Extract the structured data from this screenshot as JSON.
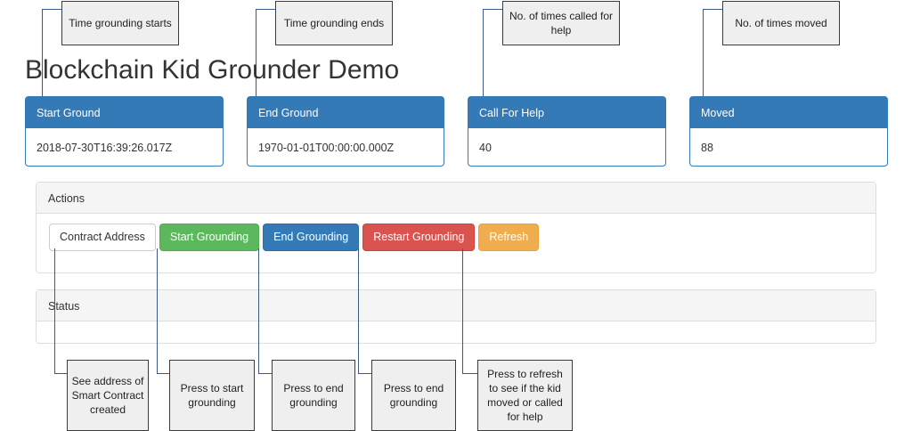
{
  "page": {
    "title": "Blockchain Kid Grounder Demo"
  },
  "info_panels": [
    {
      "heading": "Start Ground",
      "value": "2018-07-30T16:39:26.017Z"
    },
    {
      "heading": "End Ground",
      "value": "1970-01-01T00:00:00.000Z"
    },
    {
      "heading": "Call For Help",
      "value": "40"
    },
    {
      "heading": "Moved",
      "value": "88"
    }
  ],
  "actions": {
    "heading": "Actions",
    "buttons": [
      {
        "label": "Contract Address"
      },
      {
        "label": "Start Grounding"
      },
      {
        "label": "End Grounding"
      },
      {
        "label": "Restart Grounding"
      },
      {
        "label": "Refresh"
      }
    ]
  },
  "status": {
    "heading": "Status",
    "text": ""
  },
  "annotations": {
    "top": [
      "Time grounding starts",
      "Time grounding ends",
      "No. of times called for help",
      "No. of times moved"
    ],
    "bottom": [
      "See address of Smart Contract created",
      "Press to start grounding",
      "Press to end grounding",
      "Press to end grounding",
      "Press to refresh to see if the kid moved or called for help"
    ]
  },
  "colors": {
    "primary": "#337ab7",
    "success": "#5cb85c",
    "danger": "#d9534f",
    "warning": "#f0ad4e",
    "callout_bg": "#efefef",
    "connector": "#3b5a8a"
  }
}
